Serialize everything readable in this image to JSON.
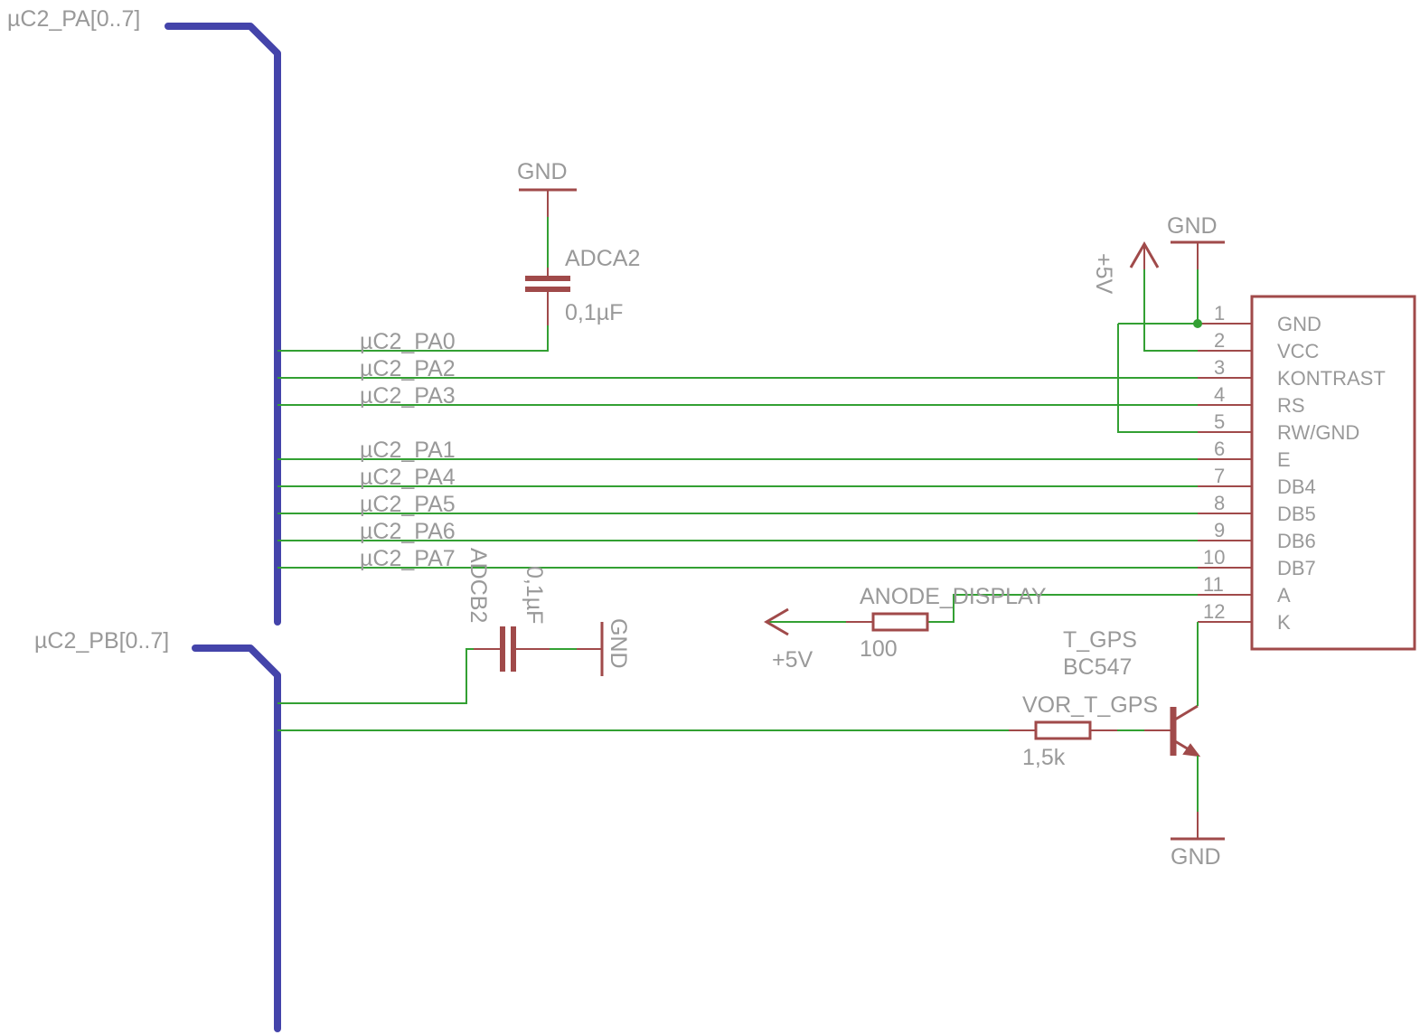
{
  "buses": {
    "pa": "µC2_PA[0..7]",
    "pb": "µC2_PB[0..7]"
  },
  "nets": [
    "µC2_PA0",
    "µC2_PA2",
    "µC2_PA3",
    "µC2_PA1",
    "µC2_PA4",
    "µC2_PA5",
    "µC2_PA6",
    "µC2_PA7"
  ],
  "supplies": {
    "gnd": "GND",
    "vcc": "+5V"
  },
  "capacitors": {
    "adca2": {
      "name": "ADCA2",
      "value": "0,1µF"
    },
    "adcb2": {
      "name": "ADCB2",
      "value": "0,1µF"
    }
  },
  "resistors": {
    "anode": {
      "name": "ANODE_DISPLAY",
      "value": "100"
    },
    "base": {
      "name": "VOR_T_GPS",
      "value": "1,5k"
    }
  },
  "transistor": {
    "name": "T_GPS",
    "value": "BC547"
  },
  "display": {
    "pins": [
      {
        "num": "1",
        "name": "GND"
      },
      {
        "num": "2",
        "name": "VCC"
      },
      {
        "num": "3",
        "name": "KONTRAST"
      },
      {
        "num": "4",
        "name": "RS"
      },
      {
        "num": "5",
        "name": "RW/GND"
      },
      {
        "num": "6",
        "name": "E"
      },
      {
        "num": "7",
        "name": "DB4"
      },
      {
        "num": "8",
        "name": "DB5"
      },
      {
        "num": "9",
        "name": "DB6"
      },
      {
        "num": "10",
        "name": "DB7"
      },
      {
        "num": "11",
        "name": "A"
      },
      {
        "num": "12",
        "name": "K"
      }
    ]
  },
  "colors": {
    "bus": "#4444aa",
    "net": "#33a033",
    "symbol": "#a04a4a",
    "text": "#999999",
    "junction": "#33a033"
  }
}
